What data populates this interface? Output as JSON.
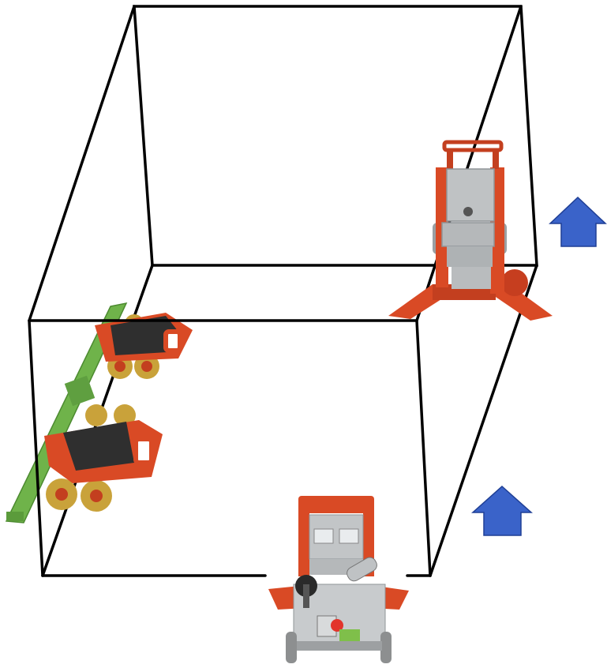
{
  "figure": {
    "background": "#ffffff",
    "frame_color": "#000000",
    "arrow_fill": "#3a63c9",
    "arrow_stroke": "#1f3f95",
    "equipment_red": "#d94a25",
    "frame_green": "#6fb34a",
    "wheel_yellow": "#c9a23a",
    "steel_gray": "#b9bcbe",
    "icons": [
      "up-arrow-icon",
      "up-arrow-icon"
    ],
    "equipment": [
      "skate-roller-set",
      "hydraulic-toe-jack",
      "pallet-jack-trolley"
    ]
  }
}
